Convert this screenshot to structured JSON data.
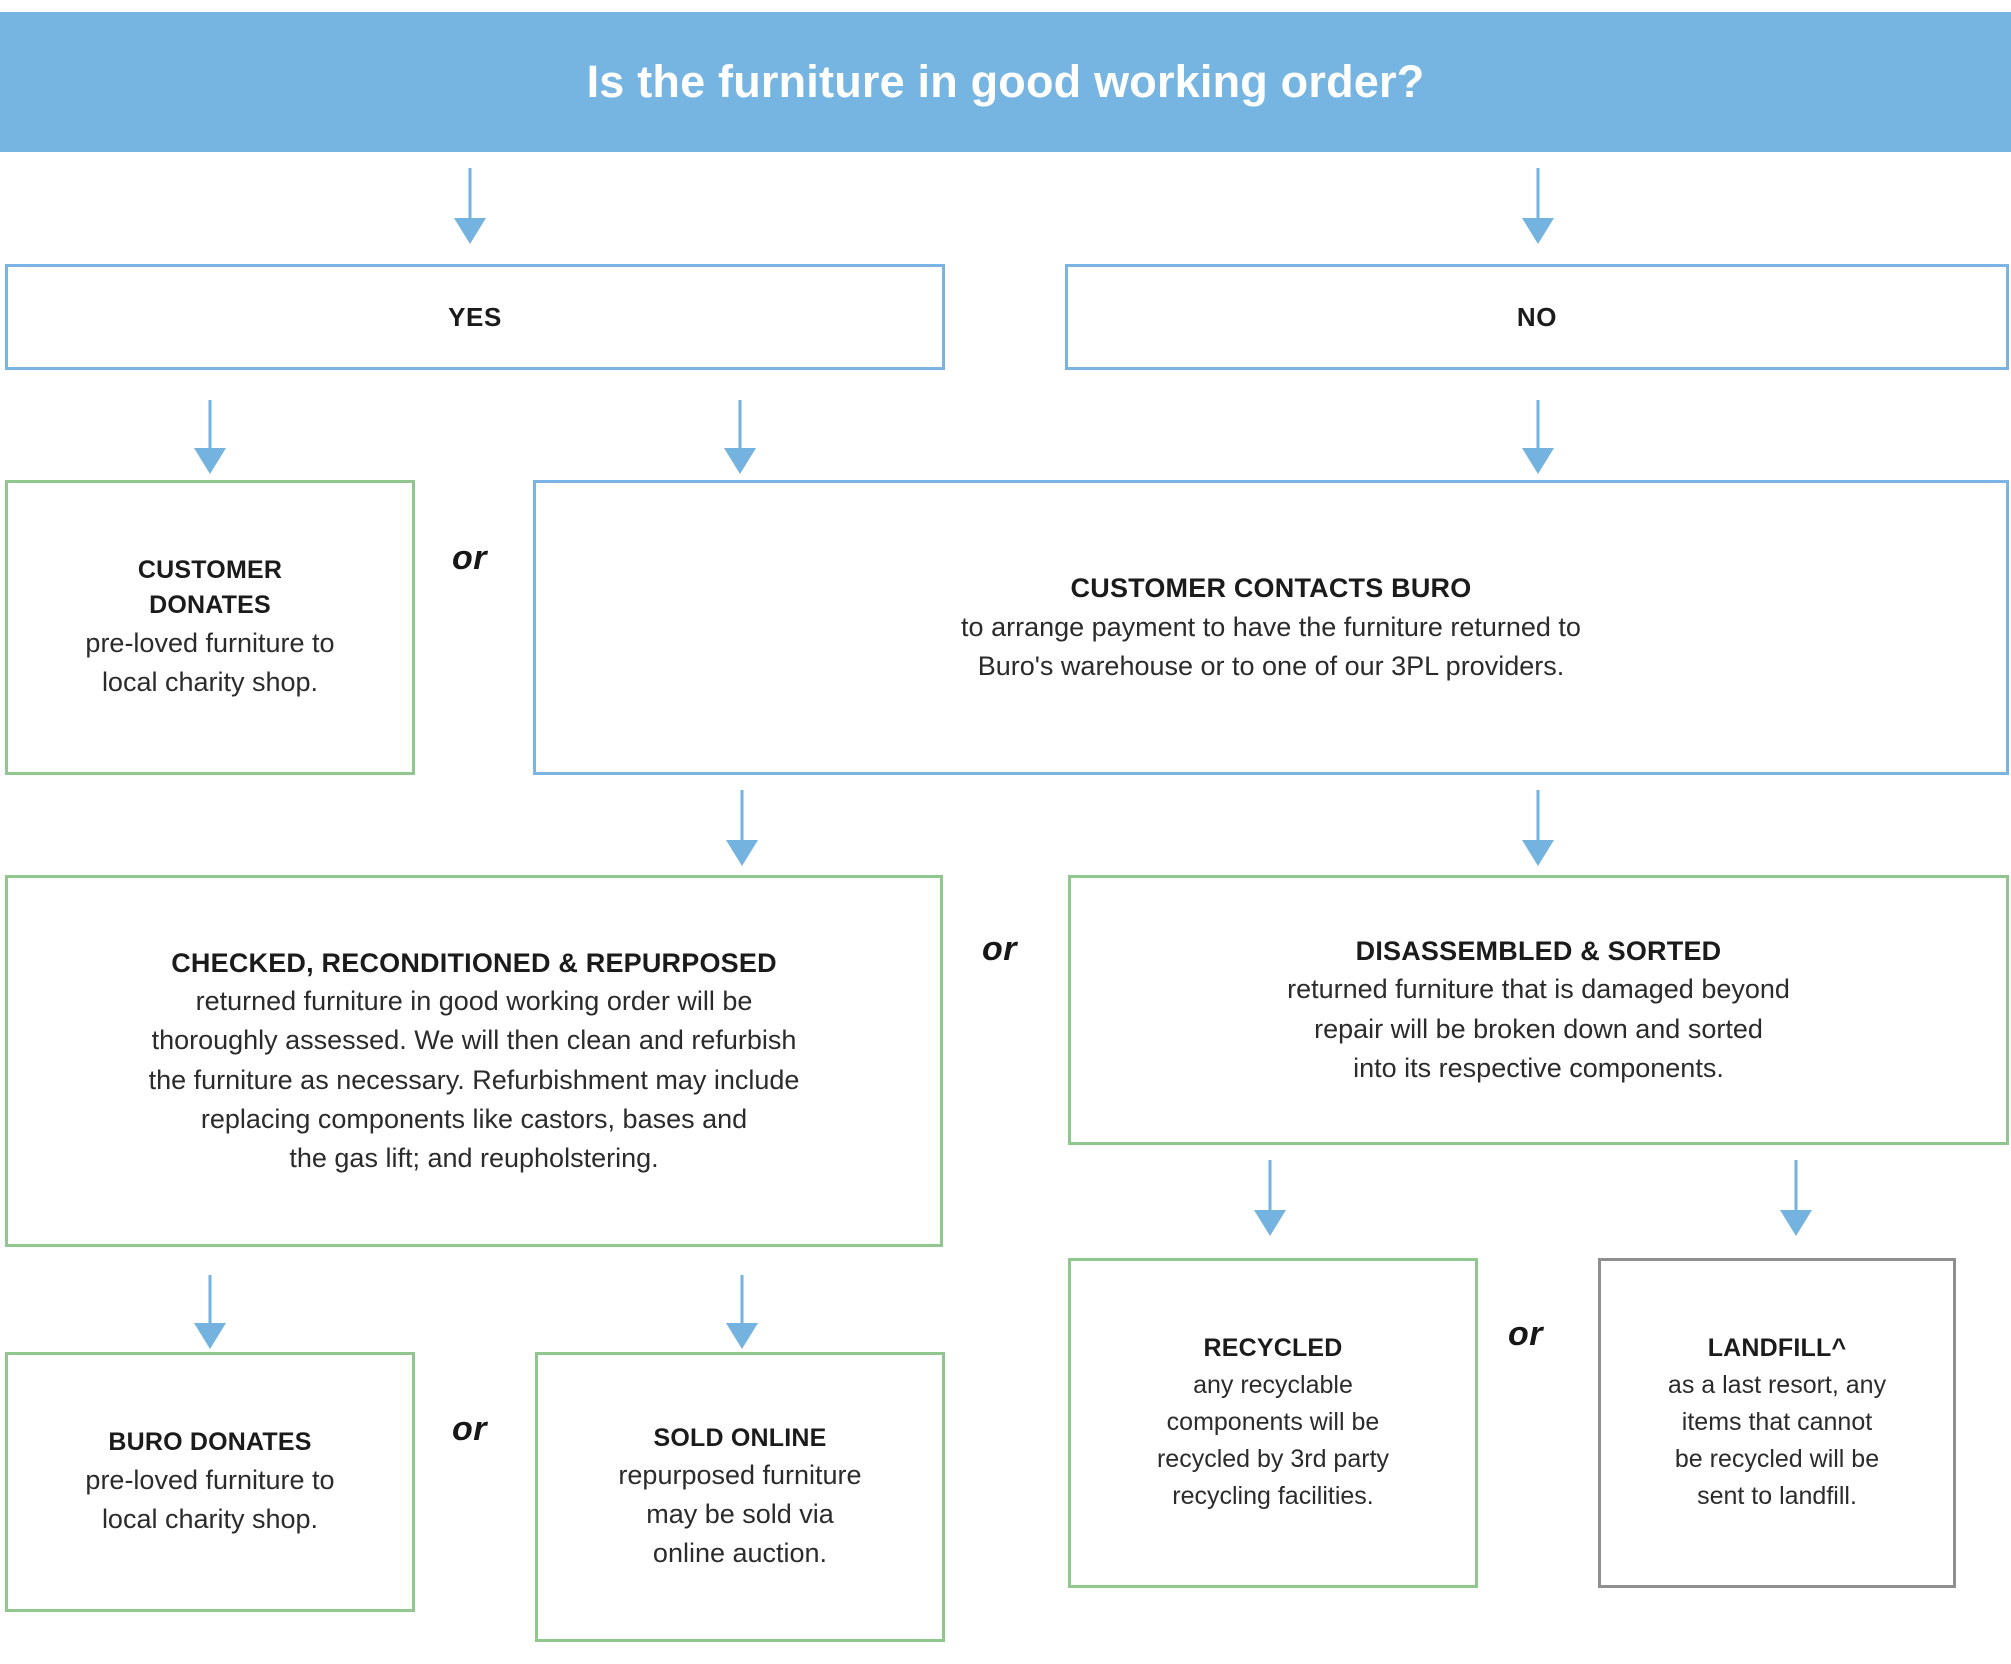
{
  "header": {
    "title": "Is the furniture in good working order?",
    "background_color": "#76b5e1",
    "text_color": "#ffffff"
  },
  "colors": {
    "blue_border": "#7ab4e3",
    "green_border": "#8fc78f",
    "grey_border": "#8f8f8f",
    "arrow": "#74b3e0",
    "text": "#1b1b1b"
  },
  "connectors": {
    "or_yes_row": "or",
    "or_process_row": "or",
    "or_outcome_left": "or",
    "or_outcome_right": "or"
  },
  "nodes": {
    "yes": {
      "label": "YES",
      "border": "blue"
    },
    "no": {
      "label": "NO",
      "border": "blue"
    },
    "customer_donates": {
      "title_line1": "CUSTOMER",
      "title_line2": "DONATES",
      "body_line1": "pre-loved furniture to",
      "body_line2": "local charity shop.",
      "border": "green"
    },
    "customer_contacts_buro": {
      "title": "CUSTOMER CONTACTS BURO",
      "body_line1": "to arrange payment to have the furniture returned to",
      "body_line2": "Buro's warehouse or to one of our 3PL providers.",
      "border": "blue"
    },
    "checked_reconditioned": {
      "title": "CHECKED, RECONDITIONED & REPURPOSED",
      "body_line1": "returned furniture in good working order will be",
      "body_line2": "thoroughly assessed. We will then clean and refurbish",
      "body_line3": "the furniture as necessary.  Refurbishment may include",
      "body_line4": "replacing components like castors, bases and",
      "body_line5": "the gas lift; and reupholstering.",
      "border": "green"
    },
    "disassembled_sorted": {
      "title": "DISASSEMBLED & SORTED",
      "body_line1": "returned furniture that is damaged beyond",
      "body_line2": "repair will be broken down and sorted",
      "body_line3": "into its respective components.",
      "border": "green"
    },
    "buro_donates": {
      "title": "BURO DONATES",
      "body_line1": "pre-loved furniture to",
      "body_line2": "local charity shop.",
      "border": "green"
    },
    "sold_online": {
      "title": "SOLD ONLINE",
      "body_line1": "repurposed furniture",
      "body_line2": "may be sold via",
      "body_line3": "online auction.",
      "border": "green"
    },
    "recycled": {
      "title": "RECYCLED",
      "body_line1": "any recyclable",
      "body_line2": "components will be",
      "body_line3": "recycled by 3rd party",
      "body_line4": "recycling facilities.",
      "border": "green"
    },
    "landfill": {
      "title": "LANDFILL^",
      "body_line1": "as a last resort, any",
      "body_line2": "items that cannot",
      "body_line3": "be recycled will be",
      "body_line4": "sent to landfill.",
      "border": "grey"
    }
  }
}
